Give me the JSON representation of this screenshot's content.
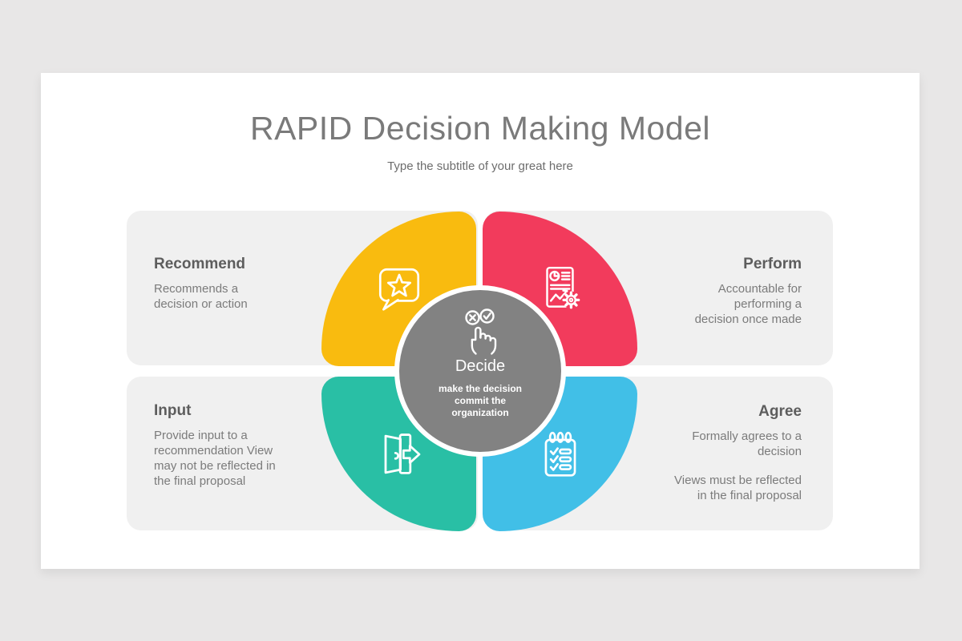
{
  "slide": {
    "title": "RAPID Decision Making Model",
    "subtitle": "Type the subtitle of your great here"
  },
  "quadrants": [
    {
      "id": "recommend",
      "title": "Recommend",
      "align": "left",
      "body": "Recommends a\ndecision or action",
      "icon": "star-speech-bubble-icon",
      "color": "#f9bb0f"
    },
    {
      "id": "perform",
      "title": "Perform",
      "align": "right",
      "body": "Accountable for\nperforming a\ndecision once made",
      "icon": "report-chart-gear-icon",
      "color": "#f23b5c"
    },
    {
      "id": "input",
      "title": "Input",
      "align": "left",
      "body": "Provide input to a\nrecommendation View\nmay not be reflected in\nthe final proposal",
      "icon": "door-exit-arrow-icon",
      "color": "#29bfa5"
    },
    {
      "id": "agree",
      "title": "Agree",
      "align": "right",
      "body": "Formally agrees to a\ndecision",
      "body2": "Views must be reflected\nin the final proposal",
      "icon": "checklist-notepad-icon",
      "color": "#41bfe7"
    }
  ],
  "center": {
    "title": "Decide",
    "body": "make the decision\ncommit the\norganization",
    "icon": "tap-choice-hand-icon",
    "color": "#828282"
  },
  "colors": {
    "background": "#e8e7e7",
    "slide": "#ffffff",
    "panel": "#f0f0f0",
    "title_text": "#7a7a7a",
    "heading_text": "#5d5d5d",
    "body_text": "#7b7b7b"
  }
}
